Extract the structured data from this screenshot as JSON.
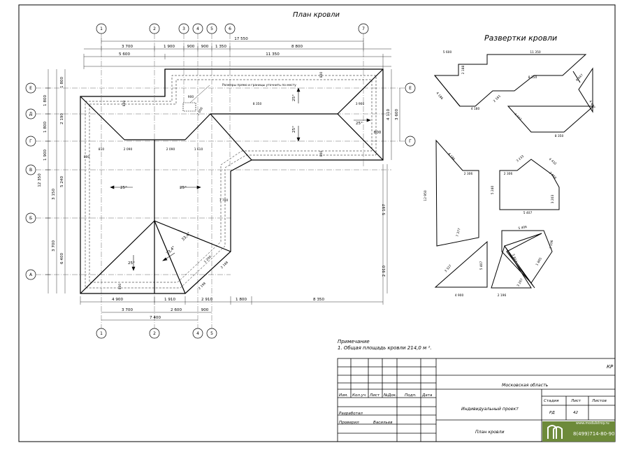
{
  "plan_title": "План кровли",
  "development_title": "Развертки кровли",
  "axes": {
    "n1": "1",
    "n2": "2",
    "n3": "3",
    "n4": "4",
    "n5": "5",
    "n6": "6",
    "n7": "7",
    "lE": "Е",
    "lD": "Д",
    "lG": "Г",
    "lV": "В",
    "lB": "Б",
    "lA": "А"
  },
  "dims": {
    "overall_top": "17 550",
    "d3700": "3 700",
    "d1900": "1 900",
    "d900": "900",
    "d900b": "900",
    "d1350": "1 350",
    "d8800": "8 800",
    "d5600": "5 600",
    "d11350": "11 350",
    "bot_4900": "4 900",
    "bot_1910": "1 910",
    "bot_2910": "2 910",
    "bot_1800": "1 800",
    "bot_8350": "8 350",
    "bot_3700": "3 700",
    "bot_2600": "2 600",
    "bot_900": "900",
    "bot_7400": "7 400",
    "left_1800a": "1 800",
    "left_1800b": "1 800",
    "left_1900": "1 900",
    "left_3150": "3 150",
    "left_3700": "3 700",
    "left_12350": "12 350",
    "left_2190": "2 190",
    "left_5240": "5 240",
    "left_6400": "6 400",
    "right_3900": "3 900",
    "right_4110": "4 110",
    "right_3600": "3 600",
    "right_800": "800",
    "right_5197": "5 197",
    "right_2910": "2 910",
    "inner_8350": "8 350",
    "inner_3900": "3 900",
    "inner_800a": "800",
    "inner_800b": "800",
    "inner_800c": "800",
    "inner_900": "900",
    "inner_2090a": "2 090",
    "inner_2090b": "2 090",
    "inner_1610": "1 610",
    "inner_810": "810",
    "inner_2050": "2 050",
    "inner_1700": "1 700",
    "inner_1200": "1 200",
    "inner_2188": "2 188",
    "inner_2198": "2 198",
    "inner_1800": "1 800"
  },
  "slopes": {
    "s1": "25°",
    "s2": "25°",
    "s3": "25°",
    "s4": "25°",
    "s5": "25°",
    "s6": "25°",
    "s7": "33,4°",
    "s8": "33,4°"
  },
  "callout": "Размеры прямо и границы уточнить по месту",
  "dev_dims": {
    "a5600": "5 600",
    "a11350": "11 350",
    "a2188": "2 188",
    "a4186": "4 186",
    "a4180": "4 180",
    "a2181": "2 181",
    "a8350": "8 350",
    "a4447": "4 447",
    "a4447b": "4 447",
    "a8350b": "8 350",
    "a4417": "4 417",
    "b4186": "4 186",
    "b2306": "2 306",
    "b12950": "12 950",
    "b7377": "7 377",
    "c2306": "2 306",
    "c3233": "3 233",
    "c4432": "4 432",
    "c5240": "5 240",
    "c3203": "3 203",
    "c5407": "5 407",
    "c2056": "2 056",
    "d5406": "5 406",
    "d2196": "2 196",
    "d5817": "5 817",
    "d1865": "1 865",
    "d3267": "3 267",
    "d2196b": "2 196",
    "e3327": "3 327",
    "e5407": "5 407",
    "e4900": "4 900"
  },
  "note": {
    "heading": "Примечание",
    "line1": "1. Общая площадь кровли 214,0 м ²."
  },
  "title_block": {
    "code": "КР",
    "region": "Московская область",
    "project": "Индивидуальный проект",
    "sheet_name": "План кровли",
    "stage_label": "Стадия",
    "sheet_label": "Лист",
    "sheets_label": "Листов",
    "stage": "РД",
    "sheet": "42",
    "col_izm": "Изм.",
    "col_kol": "Кол.уч",
    "col_list": "Лист",
    "col_doc": "№Док.",
    "col_podp": "Подп.",
    "col_date": "Дата",
    "role_dev": "Разработал",
    "role_check": "Проверил",
    "checker": "Васильев"
  },
  "logo": {
    "site": "www.modulstroy.ru",
    "phone": "8(499)714-80-90"
  }
}
